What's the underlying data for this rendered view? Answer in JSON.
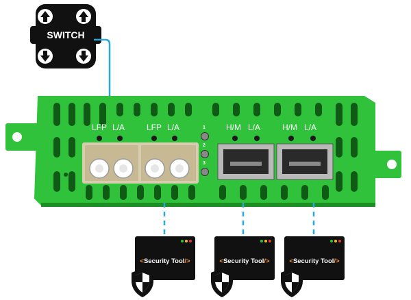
{
  "switch": {
    "label": "SWITCH"
  },
  "device": {
    "port_labels": [
      {
        "pair": [
          "LFP",
          "L/A"
        ]
      },
      {
        "pair": [
          "LFP",
          "L/A"
        ]
      },
      {
        "pair": [
          "H/M",
          "L/A"
        ]
      },
      {
        "pair": [
          "H/M",
          "L/A"
        ]
      }
    ],
    "led_numbers": [
      "1",
      "2",
      "3"
    ]
  },
  "tools": [
    {
      "open": "<",
      "name": "Security Tool",
      "close": "/>"
    },
    {
      "open": "<",
      "name": "Security Tool",
      "close": "/>"
    },
    {
      "open": "<",
      "name": "Security Tool",
      "close": "/>"
    }
  ],
  "colors": {
    "chassis": "#2fc23a",
    "chassis_dark": "#1c8f23",
    "link": "#29a8e0",
    "switch_body": "#111111",
    "tool_accent": "#ff9a3d"
  },
  "icons": [
    "switch-icon",
    "shield-icon",
    "window-dots-icon"
  ]
}
